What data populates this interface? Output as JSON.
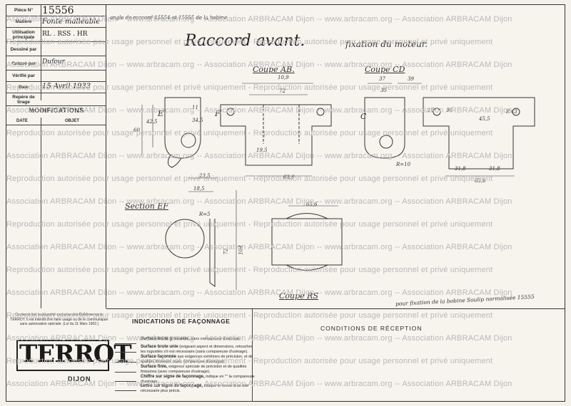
{
  "title_block": {
    "rows": [
      {
        "label": "Pièce N°",
        "value": "15556"
      },
      {
        "label": "Matière",
        "value": "Fonte malléable"
      },
      {
        "label": "Utilisation principale",
        "value": "RL . RSS . HR"
      },
      {
        "label": "Dessiné par",
        "value": ""
      },
      {
        "label": "Calqué par",
        "value": "Dufour"
      },
      {
        "label": "Vérifié par",
        "value": ""
      },
      {
        "label": "Date",
        "value": "15 Avril 1933"
      },
      {
        "label": "Repère de tirage",
        "value": ""
      }
    ]
  },
  "modifications": {
    "title": "MODIFICATIONS",
    "col_date": "DATE",
    "col_objet": "OBJET"
  },
  "legal_text": "Ce dessin est la propriété exclusive des Établissements TERROT. Il est interdit d'en faire usage ou de le communiquer sans autorisation spéciale. (Loi du 11 Mars 1902.)",
  "logo": {
    "name": "TERROT",
    "city": "DIJON"
  },
  "drawing": {
    "top_note": "angle de raccord 15554 et 15555 de la bobine",
    "title": "Raccord avant.",
    "subtitle": "fixation du moteur.",
    "sections": [
      "Coupe AB.",
      "Coupe CD",
      "Section EF",
      "Coupe RS"
    ],
    "labels": [
      "E",
      "F",
      "C"
    ],
    "dims": [
      "10,9",
      "72",
      "60",
      "42,5",
      "34,5",
      "11",
      "19,5",
      "63,6",
      "23,5",
      "18,5",
      "37",
      "35",
      "39",
      "30",
      "R=3",
      "R=10",
      "16",
      "45,5",
      "31,8",
      "31,8",
      "63,6",
      "65,6",
      "104",
      "72",
      "R=5"
    ],
    "note": "pour fixation de la bobine Soulip normalisée 15555"
  },
  "indications": {
    "title": "INDICATIONS DE FAÇONNAGE",
    "items": [
      {
        "bold": "Surface brute grossière,",
        "rest": "sans compareuse d'usinage."
      },
      {
        "bold": "Surface brute unie",
        "rest": "(exigeant aspect et dimensions, retoucher les rugosités s'il est nécessaire (sans compareuse d'usinage)."
      },
      {
        "bold": "Surface façonnée",
        "rest": "aux exigences extrêmes de précision, et de qualités finissions (avec compareuse d'usinage)."
      },
      {
        "bold": "Surface finie,",
        "rest": "exigence spéciale de précision et de qualités finissions (avec compareuse d'usinage)."
      },
      {
        "bold": "Chiffre sur signe de façonnage,",
        "rest": "indique en \"\" la compareuse d'usinage."
      },
      {
        "bold": "Lettre sur signe de façonnage,",
        "rest": "indique le renvoi à un tolé nécessaire plus précis."
      }
    ]
  },
  "conditions": {
    "title": "CONDITIONS DE RÉCEPTION"
  },
  "watermark": {
    "a": "Association ARBRACAM Dijon -- www.arbracam.org -- Association ARBRACAM Dijon -- www.arbracam.org -- Association ARBRACAM Dijon",
    "b": "Reproduction autorisée pour usage personnel et privé uniquement - Reproduction autorisée pour usage personnel et privé uniquement"
  }
}
